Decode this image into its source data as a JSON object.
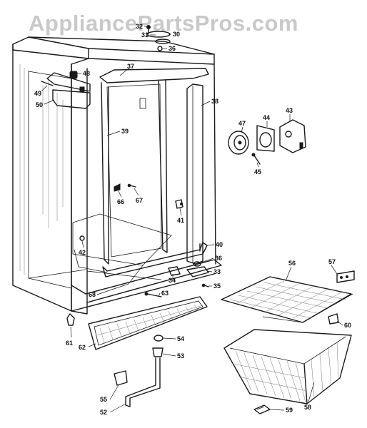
{
  "watermark": "AppliancePartsPros.com",
  "callouts": [
    "32",
    "31",
    "30",
    "36",
    "37",
    "48",
    "49",
    "50",
    "38",
    "39",
    "47",
    "44",
    "43",
    "45",
    "66",
    "67",
    "41",
    "42",
    "40",
    "36",
    "33",
    "34",
    "35",
    "56",
    "57",
    "68",
    "63",
    "60",
    "61",
    "62",
    "54",
    "53",
    "58",
    "55",
    "52",
    "59"
  ]
}
